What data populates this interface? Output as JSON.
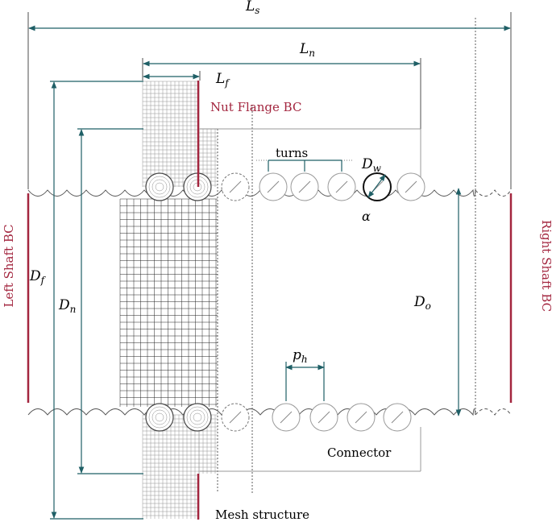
{
  "dimensions": {
    "Ls": {
      "main": "L",
      "sub": "s"
    },
    "Ln": {
      "main": "L",
      "sub": "n"
    },
    "Lf": {
      "main": "L",
      "sub": "f"
    },
    "Df": {
      "main": "D",
      "sub": "f"
    },
    "Dn": {
      "main": "D",
      "sub": "n"
    },
    "Do": {
      "main": "D",
      "sub": "o"
    },
    "Dw": {
      "main": "D",
      "sub": "w"
    },
    "ph": {
      "main": "p",
      "sub": "h"
    },
    "alpha": "α"
  },
  "labels": {
    "nut_flange_bc": "Nut Flange BC",
    "left_shaft_bc": "Left Shaft BC",
    "right_shaft_bc": "Right Shaft BC",
    "turns": "turns",
    "connector": "Connector",
    "mesh_structure": "Mesh structure"
  },
  "colors": {
    "dimension_line": "#1f5f66",
    "boundary_condition": "#a3263f",
    "outline": "#555555",
    "light_outline": "#9a9a9a",
    "mesh": "#333333"
  }
}
